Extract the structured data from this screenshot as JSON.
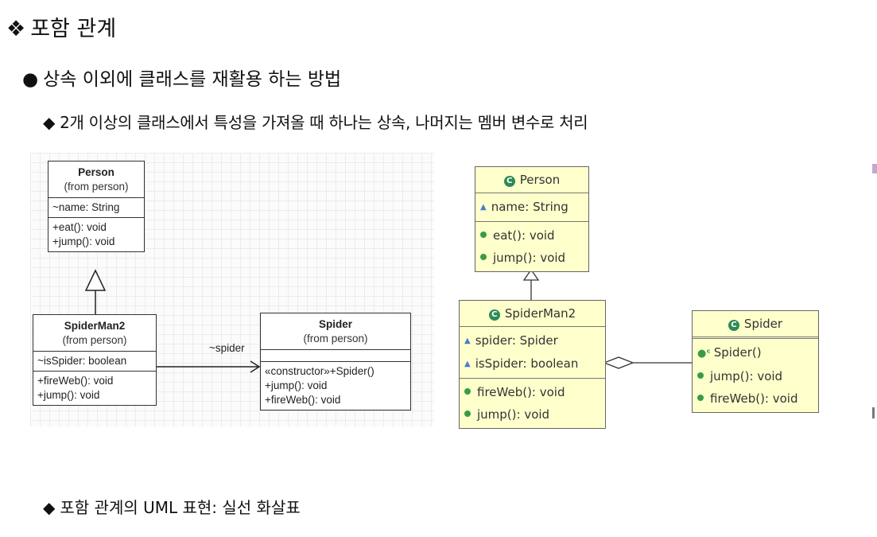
{
  "title": "포함 관계",
  "title_mark": "❖",
  "bullet1": "상속 이외에 클래스를 재활용 하는 방법",
  "bullet1_mark": "●",
  "sub1": "2개 이상의 클래스에서 특성을 가져올 때 하나는 상속, 나머지는 멤버 변수로 처리",
  "sub2": "포함 관계의 UML 표현: 실선 화살표",
  "sub_mark": "◆",
  "left_diagram": {
    "person": {
      "name": "Person",
      "from": "(from person)",
      "attr": "~name: String",
      "ops": [
        "+eat(): void",
        "+jump(): void"
      ]
    },
    "spiderman2": {
      "name": "SpiderMan2",
      "from": "(from person)",
      "attr": "~isSpider: boolean",
      "ops": [
        "+fireWeb(): void",
        "+jump(): void"
      ]
    },
    "spider": {
      "name": "Spider",
      "from": "(from person)",
      "ops": [
        "«constructor»+Spider()",
        "+jump(): void",
        "+fireWeb(): void"
      ]
    },
    "assoc_label": "~spider"
  },
  "right_diagram": {
    "person": {
      "name": "Person",
      "attr": "name: String",
      "ops": [
        "eat(): void",
        "jump(): void"
      ]
    },
    "spiderman2": {
      "name": "SpiderMan2",
      "attrs": [
        "spider: Spider",
        "isSpider: boolean"
      ],
      "ops": [
        "fireWeb(): void",
        "jump(): void"
      ]
    },
    "spider": {
      "name": "Spider",
      "ops": [
        "Spider()",
        "jump(): void",
        "fireWeb(): void"
      ]
    }
  },
  "colors": {
    "class_fill": "#ffffcc",
    "class_icon": "#2e8b57",
    "edge_fragment": "#c8a6cf"
  }
}
